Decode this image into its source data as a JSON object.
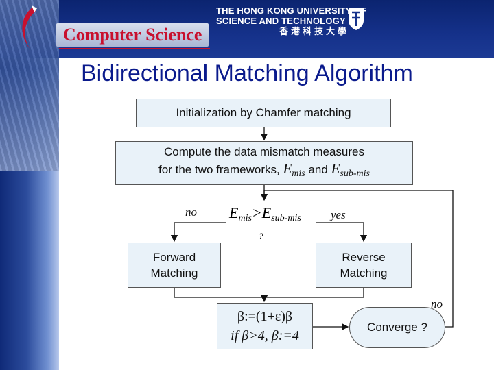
{
  "header": {
    "department": "Computer Science",
    "university_line1": "THE HONG KONG UNIVERSITY OF",
    "university_line2": "SCIENCE AND TECHNOLOGY",
    "university_chinese": "香港科技大學"
  },
  "slide": {
    "title": "Bidirectional Matching Algorithm"
  },
  "flow": {
    "init": "Initialization by Chamfer matching",
    "compute_line1": "Compute the data mismatch measures",
    "compute_line2_prefix": "for the two frameworks,",
    "e_mis_base": "E",
    "e_mis_sub": "mis",
    "and_word": "and",
    "e_sub_base": "E",
    "e_sub_sub": "sub-mis",
    "decision_lhs": "E",
    "decision_lhs_sub": "mis",
    "decision_op": ">",
    "decision_rhs": "E",
    "decision_rhs_sub": "sub-mis",
    "decision_q": "?",
    "no_label": "no",
    "yes_label": "yes",
    "forward_line1": "Forward",
    "forward_line2": "Matching",
    "reverse_line1": "Reverse",
    "reverse_line2": "Matching",
    "update_line1": "β:=(1+ε)β",
    "update_line2": "if β>4, β:=4",
    "converge": "Converge ?",
    "no_label_converge": "no"
  }
}
